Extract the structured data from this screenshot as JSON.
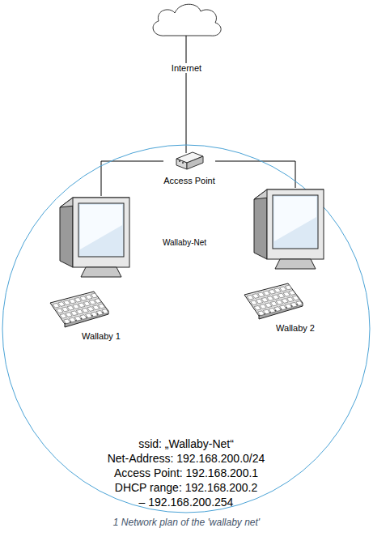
{
  "diagram": {
    "caption": "1 Network plan of the 'wallaby net'",
    "nodes": [
      {
        "text": [
          "Wallaby-Net",
          "ssid: „Wallaby-Net“",
          "Net-Address: 192.168.200.0/24",
          "Access Point: 192.168.200.1",
          "DHCP range: 192.168.200.2 – 192.168.200.254"
        ]
      },
      {
        "text": [
          "Access Point"
        ],
        "in": 0
      },
      {
        "text": [
          "Wallaby 1"
        ],
        "in": 0
      },
      {
        "text": [
          "Wallaby 2"
        ],
        "in": 0
      }
    ],
    "edges": [
      {
        "from": 1,
        "to": 2,
        "arrow": "none"
      },
      {
        "from": 1,
        "to": 3,
        "arrow": "none"
      }
    ],
    "labels": [
      "Internet"
    ]
  }
}
